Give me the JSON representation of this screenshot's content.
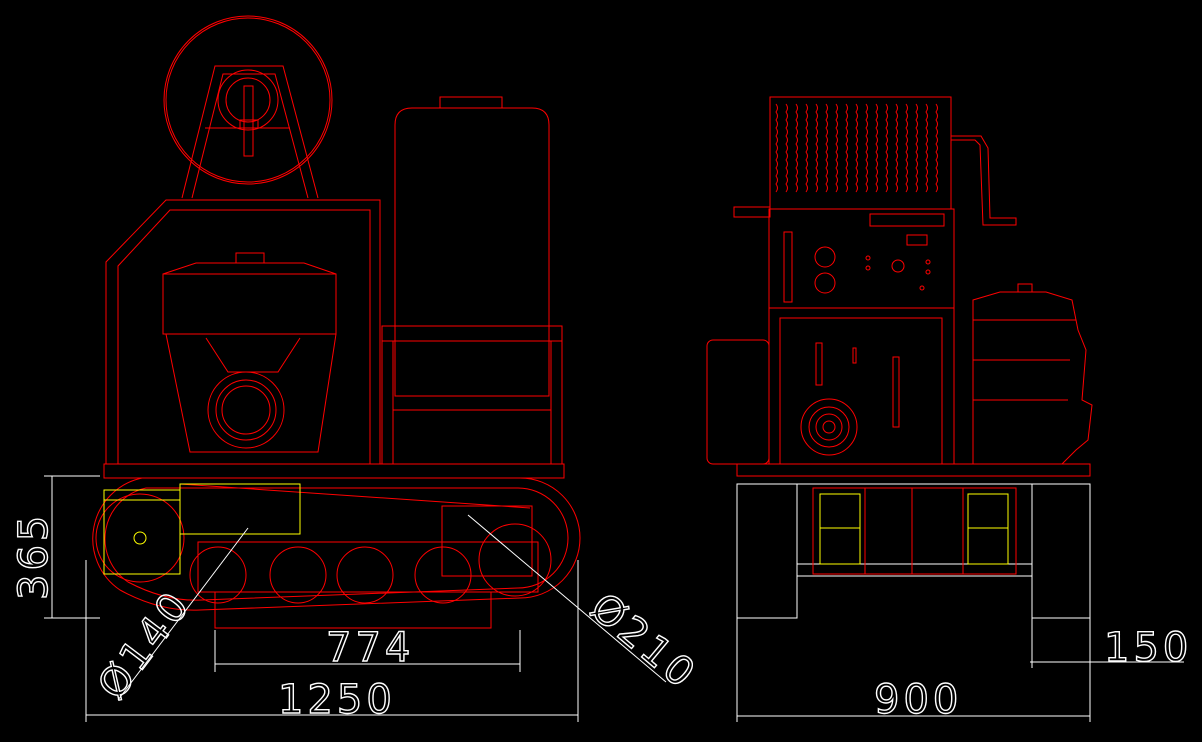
{
  "drawing": {
    "background": "#000000",
    "line_colors": {
      "geometry": "#ff0000",
      "dimensions": "#ffffff",
      "highlight": "#ffff00"
    },
    "side_view": {
      "dimensions": {
        "height": "365",
        "wheel_spacing": "774",
        "overall_length": "1250",
        "small_wheel_dia": "Ø140",
        "large_wheel_dia": "Ø210"
      }
    },
    "front_view": {
      "dimensions": {
        "overall_width": "900",
        "track_width": "150"
      }
    }
  }
}
